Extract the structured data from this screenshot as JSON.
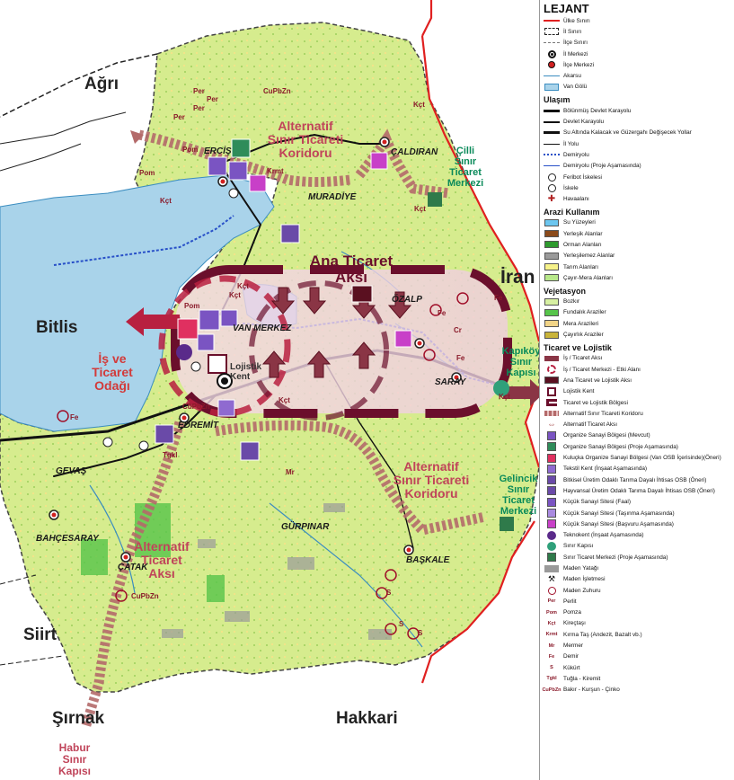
{
  "map": {
    "provinces": {
      "agri": "Ağrı",
      "bitlis": "Bitlis",
      "siirt": "Siirt",
      "sirnak": "Şırnak",
      "hakkari": "Hakkari",
      "iran": "İran"
    },
    "districts": {
      "ercis": "ERCİŞ",
      "caldiran": "ÇALDIRAN",
      "muradiye": "MURADİYE",
      "ozalp": "ÖZALP",
      "van_merkez": "VAN MERKEZ",
      "saray": "SARAY",
      "edremit": "EDREMİT",
      "gevas": "GEVAŞ",
      "gurpinar": "GÜRPINAR",
      "bahcesaray": "BAHÇESARAY",
      "catak": "ÇATAK",
      "baskale": "BAŞKALE"
    },
    "corridors": {
      "north": "Alternatif\nSınır Ticareti\nKoridoru",
      "south": "Alternatif\nSınır Ticareti\nKoridoru",
      "west_axis": "Alternatif\nTicaret\nAksı",
      "main_axis": "Ana Ticaret\nAksı",
      "hub": "İş ve\nTicaret\nOdağı",
      "logistics": "Lojistik\nKent"
    },
    "gates": {
      "cilli": "Çilli\nSınır\nTicaret\nMerkezi",
      "kapikoy": "Kapıköy\nSınır\nKapısı",
      "gelincik": "Gelincik\nSınır\nTicaret\nMerkezi",
      "habur": "Habur\nSınır\nKapısı"
    },
    "minerals": {
      "per": "Per",
      "pom": "Pom",
      "kct": "Kçt",
      "krmt": "Krmt",
      "mr": "Mr",
      "fe": "Fe",
      "s": "S",
      "tgkl": "Tgkl",
      "cupbzn": "CuPbZn",
      "cr": "Cr"
    },
    "colors": {
      "land": "#d9ec8c",
      "lake": "#a9d3ea",
      "border": "#e02020",
      "corridor": "#b46a6a",
      "main_axis": "#6b0f2c",
      "gate": "#0a8a5a"
    }
  },
  "legend": {
    "title": "LEJANT",
    "boundaries": [
      {
        "label": "Ülke Sınırı",
        "sym": "line-red"
      },
      {
        "label": "İl Sınırı",
        "sym": "line-dash-black"
      },
      {
        "label": "İlçe Sınırı",
        "sym": "line-dash-grey"
      },
      {
        "label": "İl Merkezi",
        "sym": "dot-il"
      },
      {
        "label": "İlçe Merkezi",
        "sym": "dot-ilce"
      },
      {
        "label": "Akarsu",
        "sym": "line-blue"
      },
      {
        "label": "Van Gölü",
        "sym": "sw-lake"
      }
    ],
    "ulasim_title": "Ulaşım",
    "ulasim": [
      {
        "label": "Bölünmüş Devlet Karayolu",
        "sym": "line-thick"
      },
      {
        "label": "Devlet Karayolu",
        "sym": "line-med"
      },
      {
        "label": "Su Altında Kalacak ve Güzergahı Değişecek Yollar",
        "sym": "line-thick2"
      },
      {
        "label": "İl Yolu",
        "sym": "line-thin"
      },
      {
        "label": "Demiryolu",
        "sym": "line-rail"
      },
      {
        "label": "Demiryolu (Proje Aşamasında)",
        "sym": "line-rail2"
      },
      {
        "label": "Feribot İskelesi",
        "sym": "ico-ferry"
      },
      {
        "label": "İskele",
        "sym": "ico-pier"
      },
      {
        "label": "Havaalanı",
        "sym": "ico-air"
      }
    ],
    "arazi_title": "Arazi Kullanım",
    "arazi": [
      {
        "label": "Su Yüzeyleri",
        "color": "#6cc6ef"
      },
      {
        "label": "Yerleşik Alanlar",
        "color": "#8b4a1a"
      },
      {
        "label": "Orman Alanları",
        "color": "#2e9a2e"
      },
      {
        "label": "Yerleşilemez Alanlar",
        "color": "#9a9a9a"
      },
      {
        "label": "Tarım Alanları",
        "color": "#f6f28a"
      },
      {
        "label": "Çayır-Mera Alanları",
        "color": "#b8e88a"
      }
    ],
    "veg_title": "Vejetasyon",
    "veg": [
      {
        "label": "Bozkır",
        "color": "#d7f0a2"
      },
      {
        "label": "Fundalık Araziler",
        "color": "#56c44a"
      },
      {
        "label": "Mera Arazileri",
        "color": "#f1d487"
      },
      {
        "label": "Çayırlık Araziler",
        "color": "#c9b43a"
      }
    ],
    "ticaret_title": "Ticaret ve Lojistik",
    "ticaret": [
      {
        "label": "İş / Ticaret Aksı",
        "sym": "arrow-red"
      },
      {
        "label": "İş / Ticaret Merkezi - Etki Alanı",
        "sym": "arc-red"
      },
      {
        "label": "Ana Ticaret ve Lojistik Aksı",
        "sym": "box-dark"
      },
      {
        "label": "Lojistik Kent",
        "sym": "ico-house"
      },
      {
        "label": "Ticaret ve Lojistik Bölgesi",
        "sym": "bracket"
      },
      {
        "label": "Alternatif Sınır Ticareti Koridoru",
        "sym": "corridor"
      },
      {
        "label": "Alternatif Ticaret Aksı",
        "sym": "dbl-arrow"
      },
      {
        "label": "Organize Sanayi Bölgesi (Mevcut)",
        "sym": "ico-osb1"
      },
      {
        "label": "Organize Sanayi Bölgesi (Proje Aşamasında)",
        "sym": "ico-osb2"
      },
      {
        "label": "Kuluçka Organize Sanayi Bölgesi (Van OSB İçerisinde)(Öneri)",
        "sym": "ico-osb3"
      },
      {
        "label": "Tekstil Kent (İnşaat Aşamasında)",
        "sym": "ico-tex"
      },
      {
        "label": "Bitkisel Üretim Odaklı Tarıma Dayalı İhtisas OSB (Öneri)",
        "sym": "ico-plant"
      },
      {
        "label": "Hayvansal Üretim Odaklı Tarıma Dayalı İhtisas OSB (Öneri)",
        "sym": "ico-animal"
      },
      {
        "label": "Küçük Sanayi Sitesi (Faal)",
        "sym": "ico-kss1"
      },
      {
        "label": "Küçük Sanayi Sitesi (Taşınma Aşamasında)",
        "sym": "ico-kss2"
      },
      {
        "label": "Küçük Sanayi Sitesi (Başvuru Aşamasında)",
        "sym": "ico-kss3"
      },
      {
        "label": "Teknokent (İnşaat Aşamasında)",
        "sym": "ico-tekno"
      },
      {
        "label": "Sınır Kapısı",
        "sym": "ico-gate"
      },
      {
        "label": "Sınır Ticaret Merkezi (Proje Aşamasında)",
        "sym": "ico-stm"
      },
      {
        "label": "Maden Yatağı",
        "sym": "sw-grey"
      },
      {
        "label": "Maden İşletmesi",
        "sym": "ico-mine"
      },
      {
        "label": "Maden Zuhuru",
        "sym": "ico-circle"
      }
    ],
    "minerals": [
      {
        "code": "Per",
        "label": "Perlit"
      },
      {
        "code": "Pom",
        "label": "Pomza"
      },
      {
        "code": "Kçt",
        "label": "Kireçtaşı"
      },
      {
        "code": "Krmt",
        "label": "Kırma Taş (Andezit, Bazalt vb.)"
      },
      {
        "code": "Mr",
        "label": "Mermer"
      },
      {
        "code": "Fe",
        "label": "Demir"
      },
      {
        "code": "S",
        "label": "Kükürt"
      },
      {
        "code": "Tgkl",
        "label": "Tuğla - Kiremit"
      },
      {
        "code": "CuPbZn",
        "label": "Bakır - Kurşun - Çinko"
      }
    ]
  }
}
